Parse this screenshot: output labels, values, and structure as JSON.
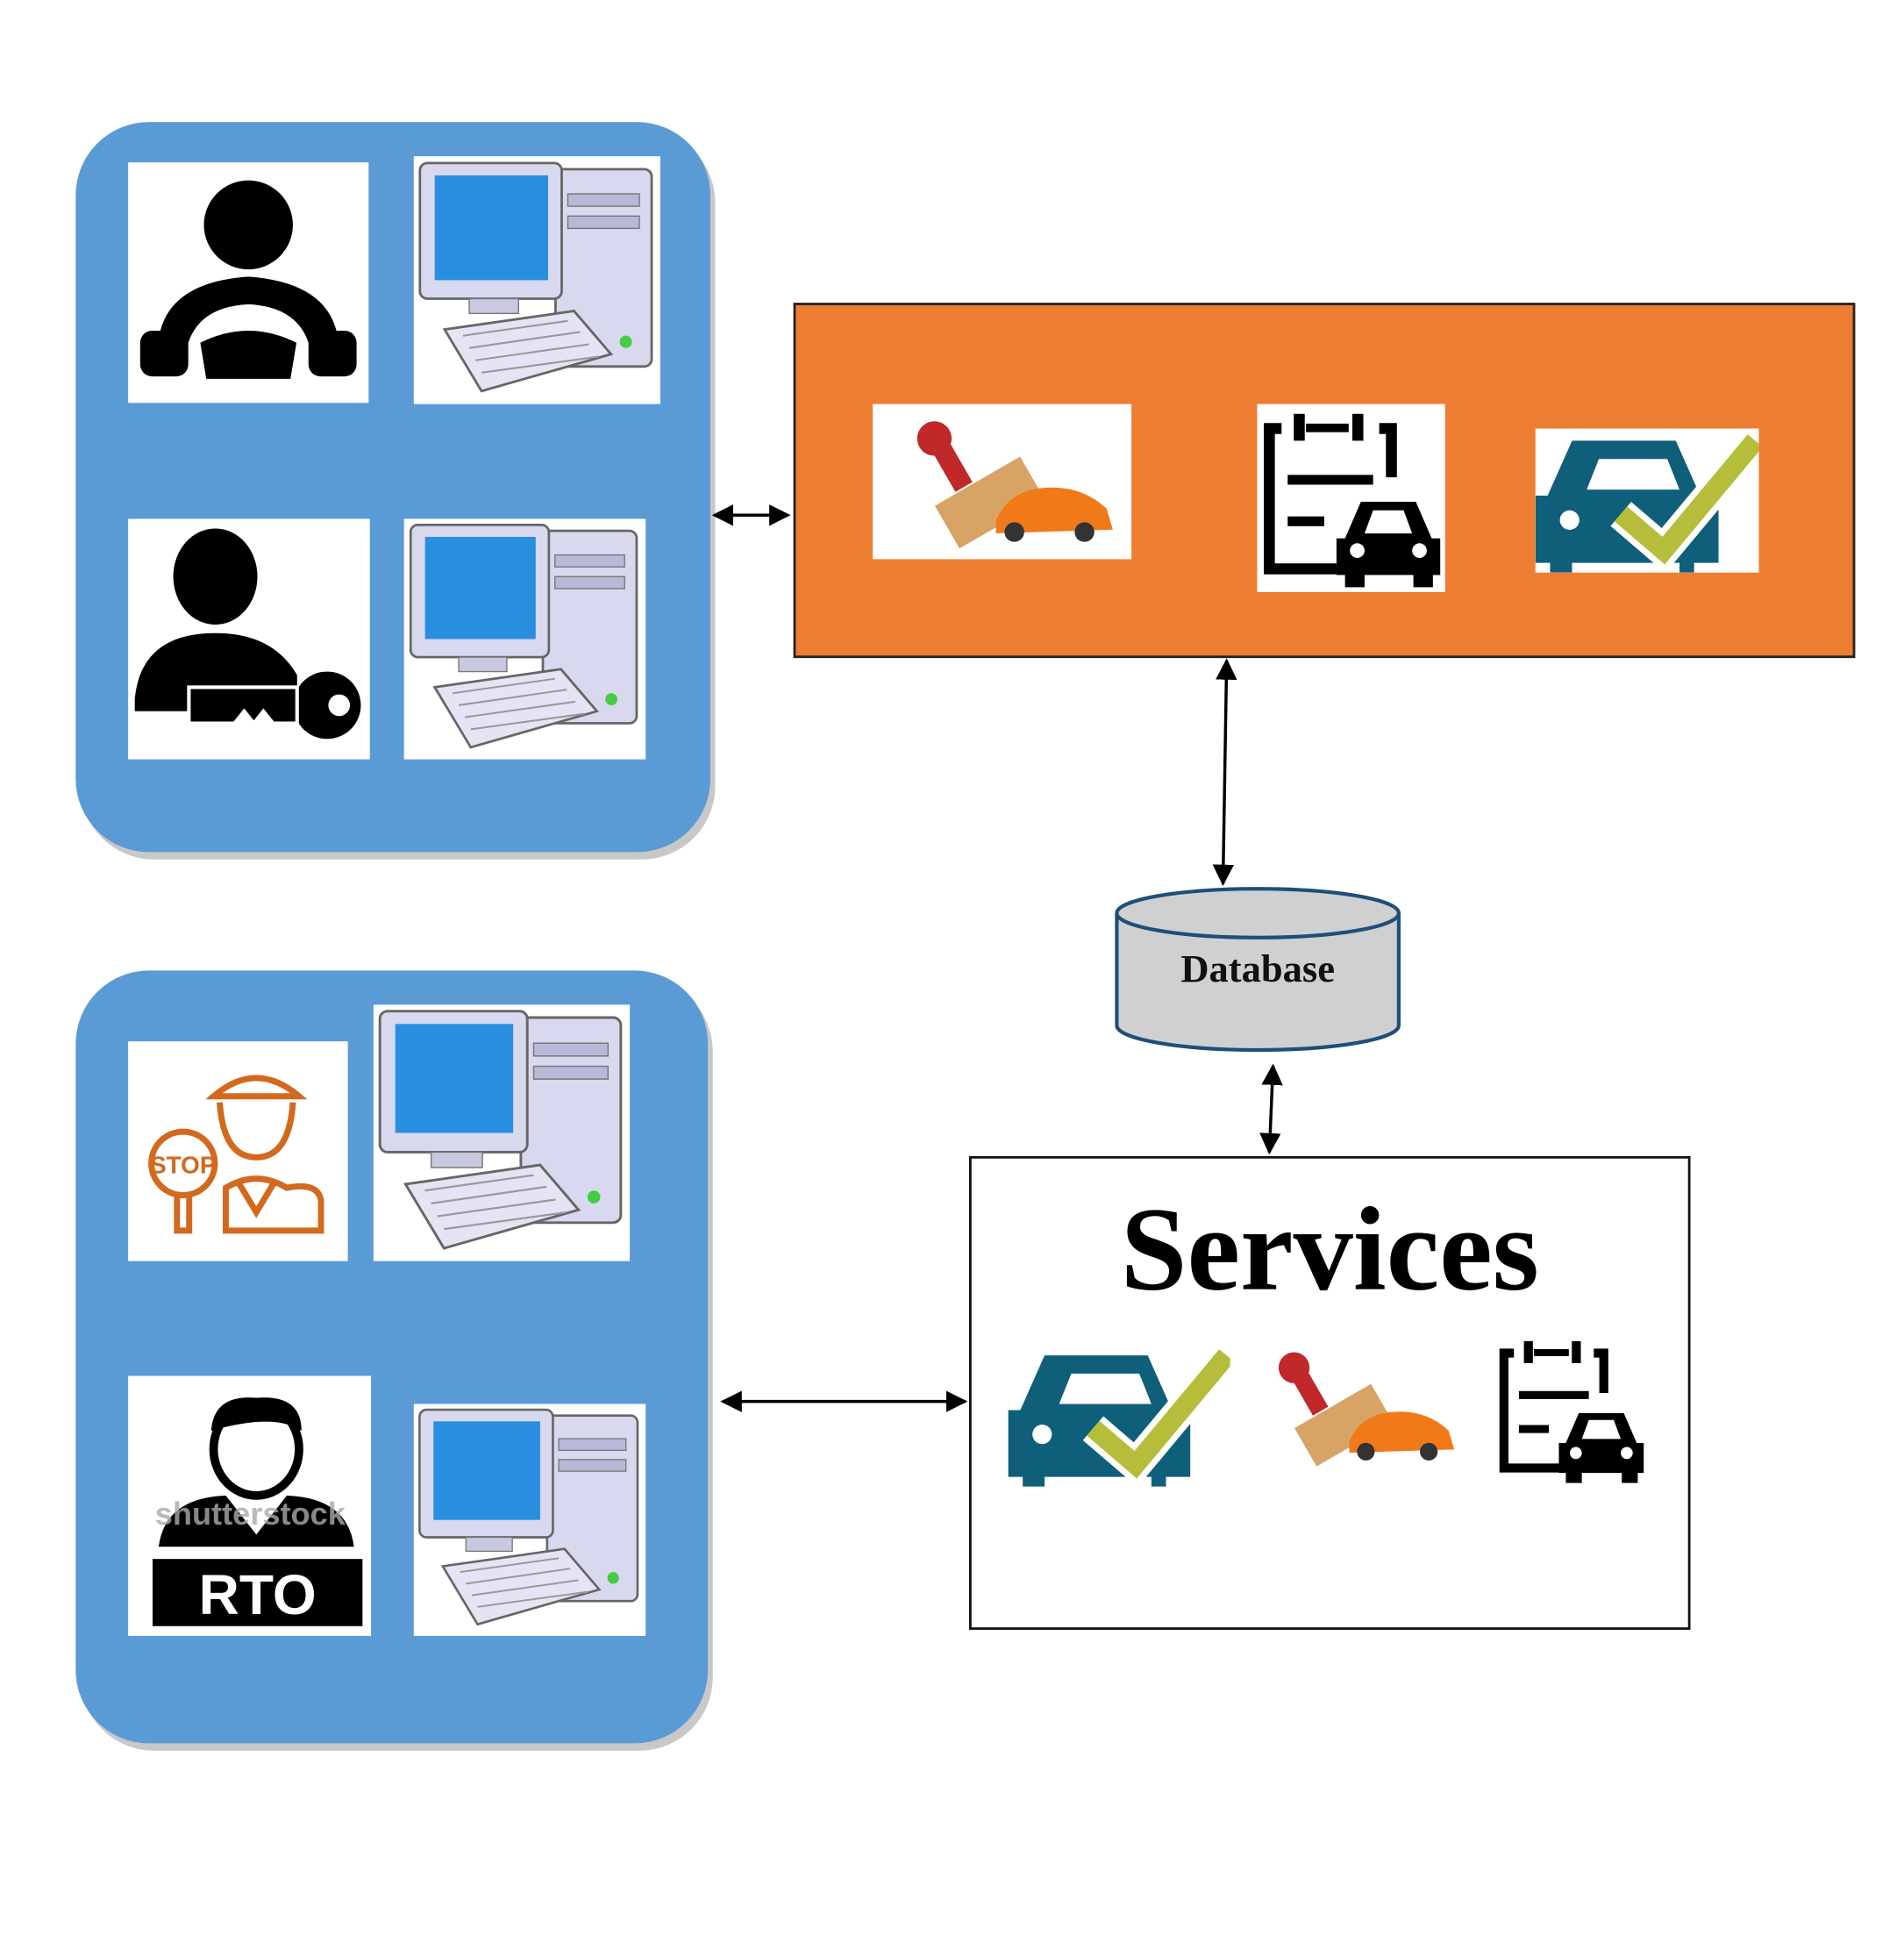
{
  "actors_panel_top": {
    "tiles": [
      {
        "icon": "driver-icon"
      },
      {
        "icon": "computer-icon"
      },
      {
        "icon": "admin-key-icon"
      },
      {
        "icon": "computer-icon"
      }
    ]
  },
  "actors_panel_bottom": {
    "tiles": [
      {
        "icon": "traffic-police-icon",
        "sign_text": "STOP"
      },
      {
        "icon": "computer-icon"
      },
      {
        "icon": "rto-officer-icon",
        "badge_text": "RTO",
        "watermark": "shutterstock"
      },
      {
        "icon": "computer-icon"
      }
    ]
  },
  "application_box": {
    "icons": [
      "stamp-car-icon",
      "clipboard-car-icon",
      "car-check-icon"
    ]
  },
  "database": {
    "label": "Database"
  },
  "services": {
    "title": "Services",
    "icons": [
      "car-check-icon",
      "stamp-car-icon",
      "clipboard-car-icon"
    ]
  },
  "colors": {
    "panel_blue": "#5b9bd5",
    "app_orange": "#ed7d31",
    "db_fill": "#d0d0d0",
    "db_stroke": "#1f4e79",
    "car_teal": "#0f5f7a",
    "check_green": "#b5bd3a"
  }
}
